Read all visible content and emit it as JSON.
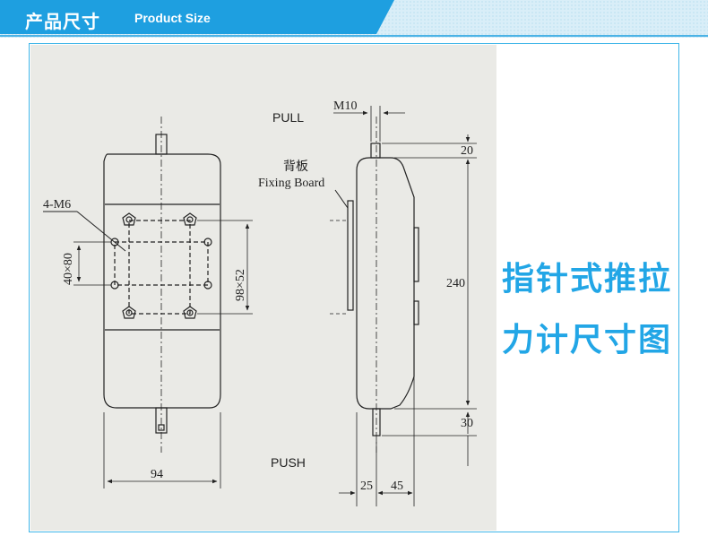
{
  "header": {
    "title_cn": "产品尺寸",
    "title_en": "Product Size",
    "accent_color": "#22a6e6"
  },
  "caption": {
    "line1": "指针式推拉",
    "line2": "力计尺寸图"
  },
  "drawing": {
    "labels": {
      "pull": "PULL",
      "push": "PUSH",
      "back_plate_cn": "背板",
      "back_plate_en": "Fixing Board",
      "holes": "4-M6",
      "thread": "M10"
    },
    "dimensions": {
      "width": "94",
      "hole_pitch_small": "40×80",
      "hole_pitch_large": "98×52",
      "height": "240",
      "top_stud": "20",
      "bottom_stud": "30",
      "depth_a": "25",
      "depth_b": "45"
    }
  }
}
